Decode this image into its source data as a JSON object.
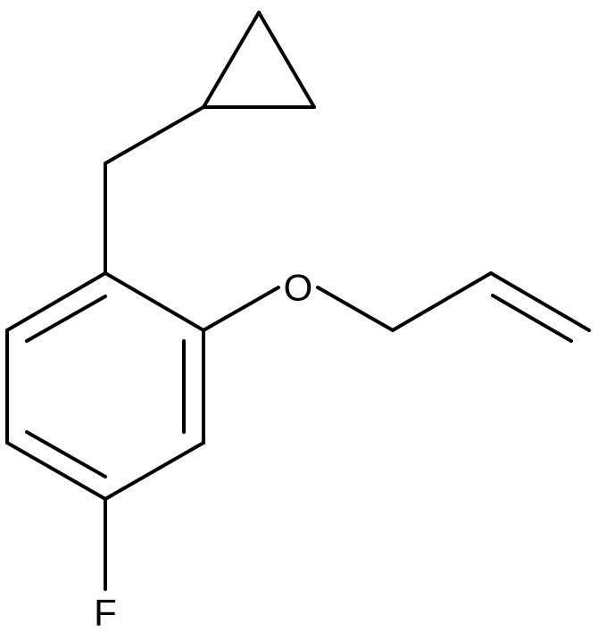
{
  "diagram": {
    "type": "skeletal-structure",
    "line_color": "#000000",
    "background": "#ffffff",
    "atoms": {
      "oxygen": "O",
      "fluorine": "F"
    }
  }
}
